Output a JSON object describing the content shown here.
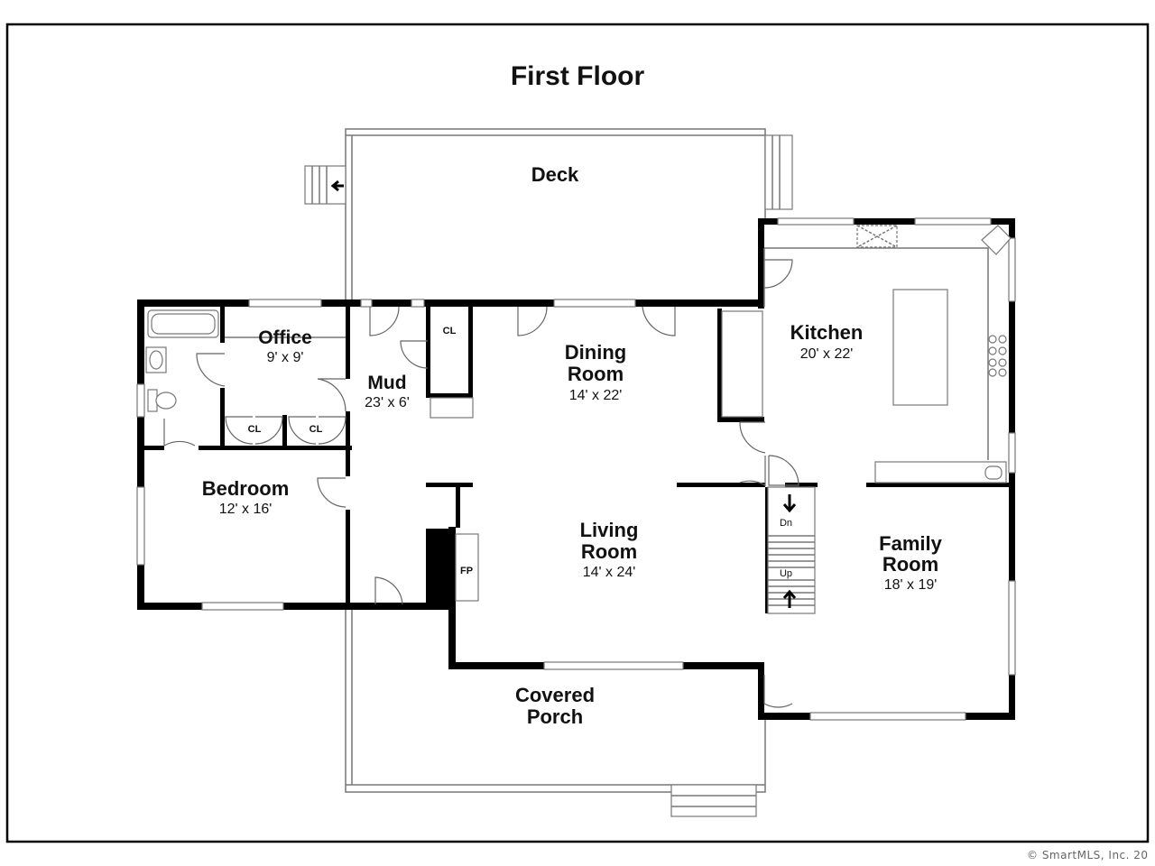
{
  "title": "First Floor",
  "copyright": "© SmartMLS, Inc. 20",
  "colors": {
    "wall": "#000000",
    "line": "#777777",
    "background": "#ffffff"
  },
  "rooms": {
    "deck": {
      "name": "Deck"
    },
    "office": {
      "name": "Office",
      "dims": "9' x 9'"
    },
    "mud": {
      "name": "Mud",
      "dims": "23' x 6'"
    },
    "dining": {
      "name_line1": "Dining",
      "name_line2": "Room",
      "dims": "14' x 22'"
    },
    "kitchen": {
      "name": "Kitchen",
      "dims": "20' x 22'"
    },
    "bedroom": {
      "name": "Bedroom",
      "dims": "12' x 16'"
    },
    "living": {
      "name_line1": "Living",
      "name_line2": "Room",
      "dims": "14' x 24'"
    },
    "family": {
      "name_line1": "Family",
      "name_line2": "Room",
      "dims": "18' x 19'"
    },
    "porch": {
      "name_line1": "Covered",
      "name_line2": "Porch"
    }
  },
  "closets": {
    "mud": "CL",
    "office_left": "CL",
    "office_right": "CL"
  },
  "fireplace": "FP",
  "stairs": {
    "down": "Dn",
    "up": "Up"
  }
}
